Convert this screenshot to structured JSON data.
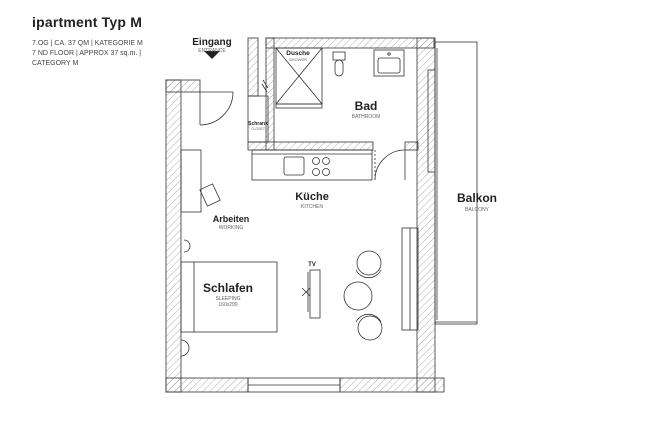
{
  "title": "ipartment Typ M",
  "info_lines": [
    "7.OG | CA. 37 QM | KATEGORIE M",
    "7 ND FLOOR | APPROX 37 sq.m. |",
    "CATEGORY M"
  ],
  "rooms": {
    "entrance": {
      "name": "Eingang",
      "sub": "ENTRANCE"
    },
    "shower": {
      "name": "Dusche",
      "sub": "SHOWER"
    },
    "closet": {
      "name": "Schrank",
      "sub": "CLOSET"
    },
    "bathroom": {
      "name": "Bad",
      "sub": "BATHROOM"
    },
    "kitchen": {
      "name": "Küche",
      "sub": "KITCHEN"
    },
    "working": {
      "name": "Arbeiten",
      "sub": "WORKING"
    },
    "sleeping": {
      "name": "Schlafen",
      "sub": "SLEEPING",
      "bed_size": "160x200"
    },
    "tv": {
      "name": "TV"
    },
    "balcony": {
      "name": "Balkon",
      "sub": "BALCONY"
    }
  },
  "colors": {
    "wall_line": "#333333",
    "hatch": "#9a9a9a",
    "furniture": "#555555"
  }
}
